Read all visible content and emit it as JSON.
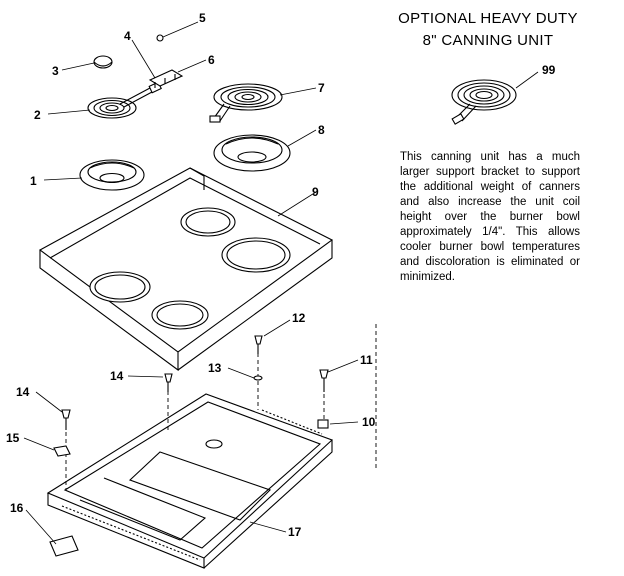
{
  "header": {
    "line1": "OPTIONAL HEAVY DUTY",
    "line2": "8\" CANNING UNIT"
  },
  "canning_unit_callout": "99",
  "description": "This canning unit has a much larger support bracket to support the additional weight of canners and also increase the unit coil height over the burner bowl approximately 1/4\". This allows cooler burner bowl temperatures and discoloration is eliminated or minimized.",
  "callouts": {
    "c1": "1",
    "c2": "2",
    "c3": "3",
    "c4": "4",
    "c5": "5",
    "c6": "6",
    "c7": "7",
    "c8": "8",
    "c9": "9",
    "c10": "10",
    "c11": "11",
    "c12": "12",
    "c13": "13",
    "c14a": "14",
    "c14b": "14",
    "c15": "15",
    "c16": "16",
    "c17": "17"
  }
}
